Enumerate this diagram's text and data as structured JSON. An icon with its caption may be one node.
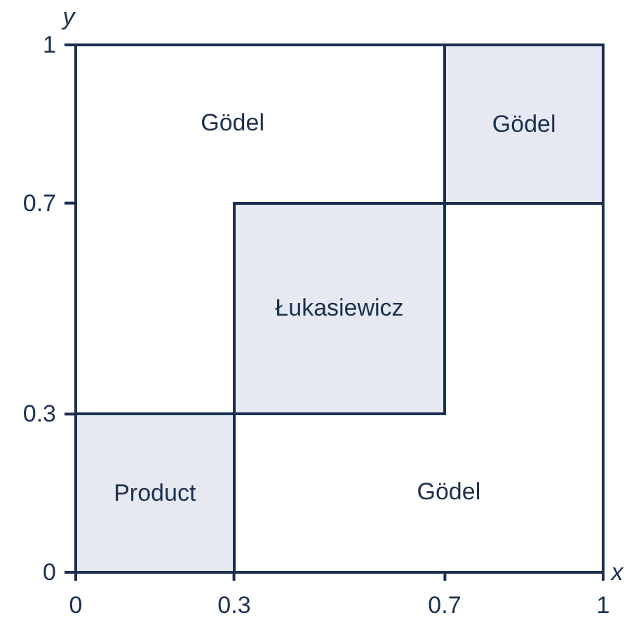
{
  "diagram": {
    "nodes": [
      {
        "text": [],
        "shape": "box"
      },
      {
        "text": [
          "Gödel"
        ],
        "in": 0
      },
      {
        "text": [
          "Gödel"
        ],
        "in": 0
      },
      {
        "text": [
          "Łukasiewicz"
        ],
        "in": 0
      },
      {
        "text": [
          "Product"
        ],
        "in": 0
      },
      {
        "text": [
          "Gödel"
        ],
        "in": 0
      }
    ],
    "labels": [
      "y",
      "1",
      "0.7",
      "0.3",
      "0",
      "0",
      "0.3",
      "0.7",
      "1",
      "x"
    ]
  }
}
